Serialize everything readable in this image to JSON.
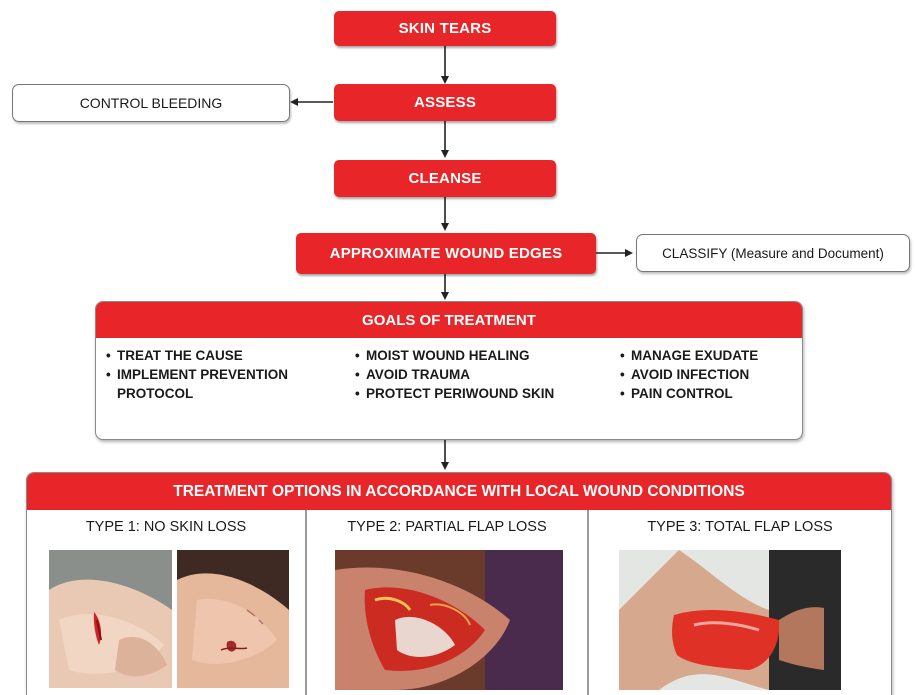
{
  "flow": {
    "skin_tears": "SKIN TEARS",
    "assess": "ASSESS",
    "cleanse": "CLEANSE",
    "approximate": "APPROXIMATE WOUND EDGES",
    "control_bleeding": "CONTROL BLEEDING",
    "classify": "CLASSIFY (Measure and Document)"
  },
  "goals": {
    "title": "GOALS OF TREATMENT",
    "col1": [
      "TREAT THE CAUSE",
      "IMPLEMENT PREVENTION PROTOCOL"
    ],
    "col2": [
      "MOIST WOUND HEALING",
      "AVOID TRAUMA",
      "PROTECT PERIWOUND SKIN"
    ],
    "col3": [
      "MANAGE EXUDATE",
      "AVOID INFECTION",
      "PAIN CONTROL"
    ]
  },
  "treatment": {
    "title": "TREATMENT OPTIONS IN ACCORDANCE WITH LOCAL WOUND CONDITIONS",
    "types": [
      {
        "label": "TYPE 1: NO SKIN LOSS"
      },
      {
        "label": "TYPE 2: PARTIAL FLAP LOSS"
      },
      {
        "label": "TYPE 3: TOTAL FLAP LOSS"
      }
    ]
  },
  "colors": {
    "accent_red": "#e8262a",
    "arrow": "#222222",
    "border_gray": "#8a8a8a"
  },
  "icons": [
    "arrow-down-icon",
    "arrow-left-icon",
    "arrow-right-icon"
  ]
}
